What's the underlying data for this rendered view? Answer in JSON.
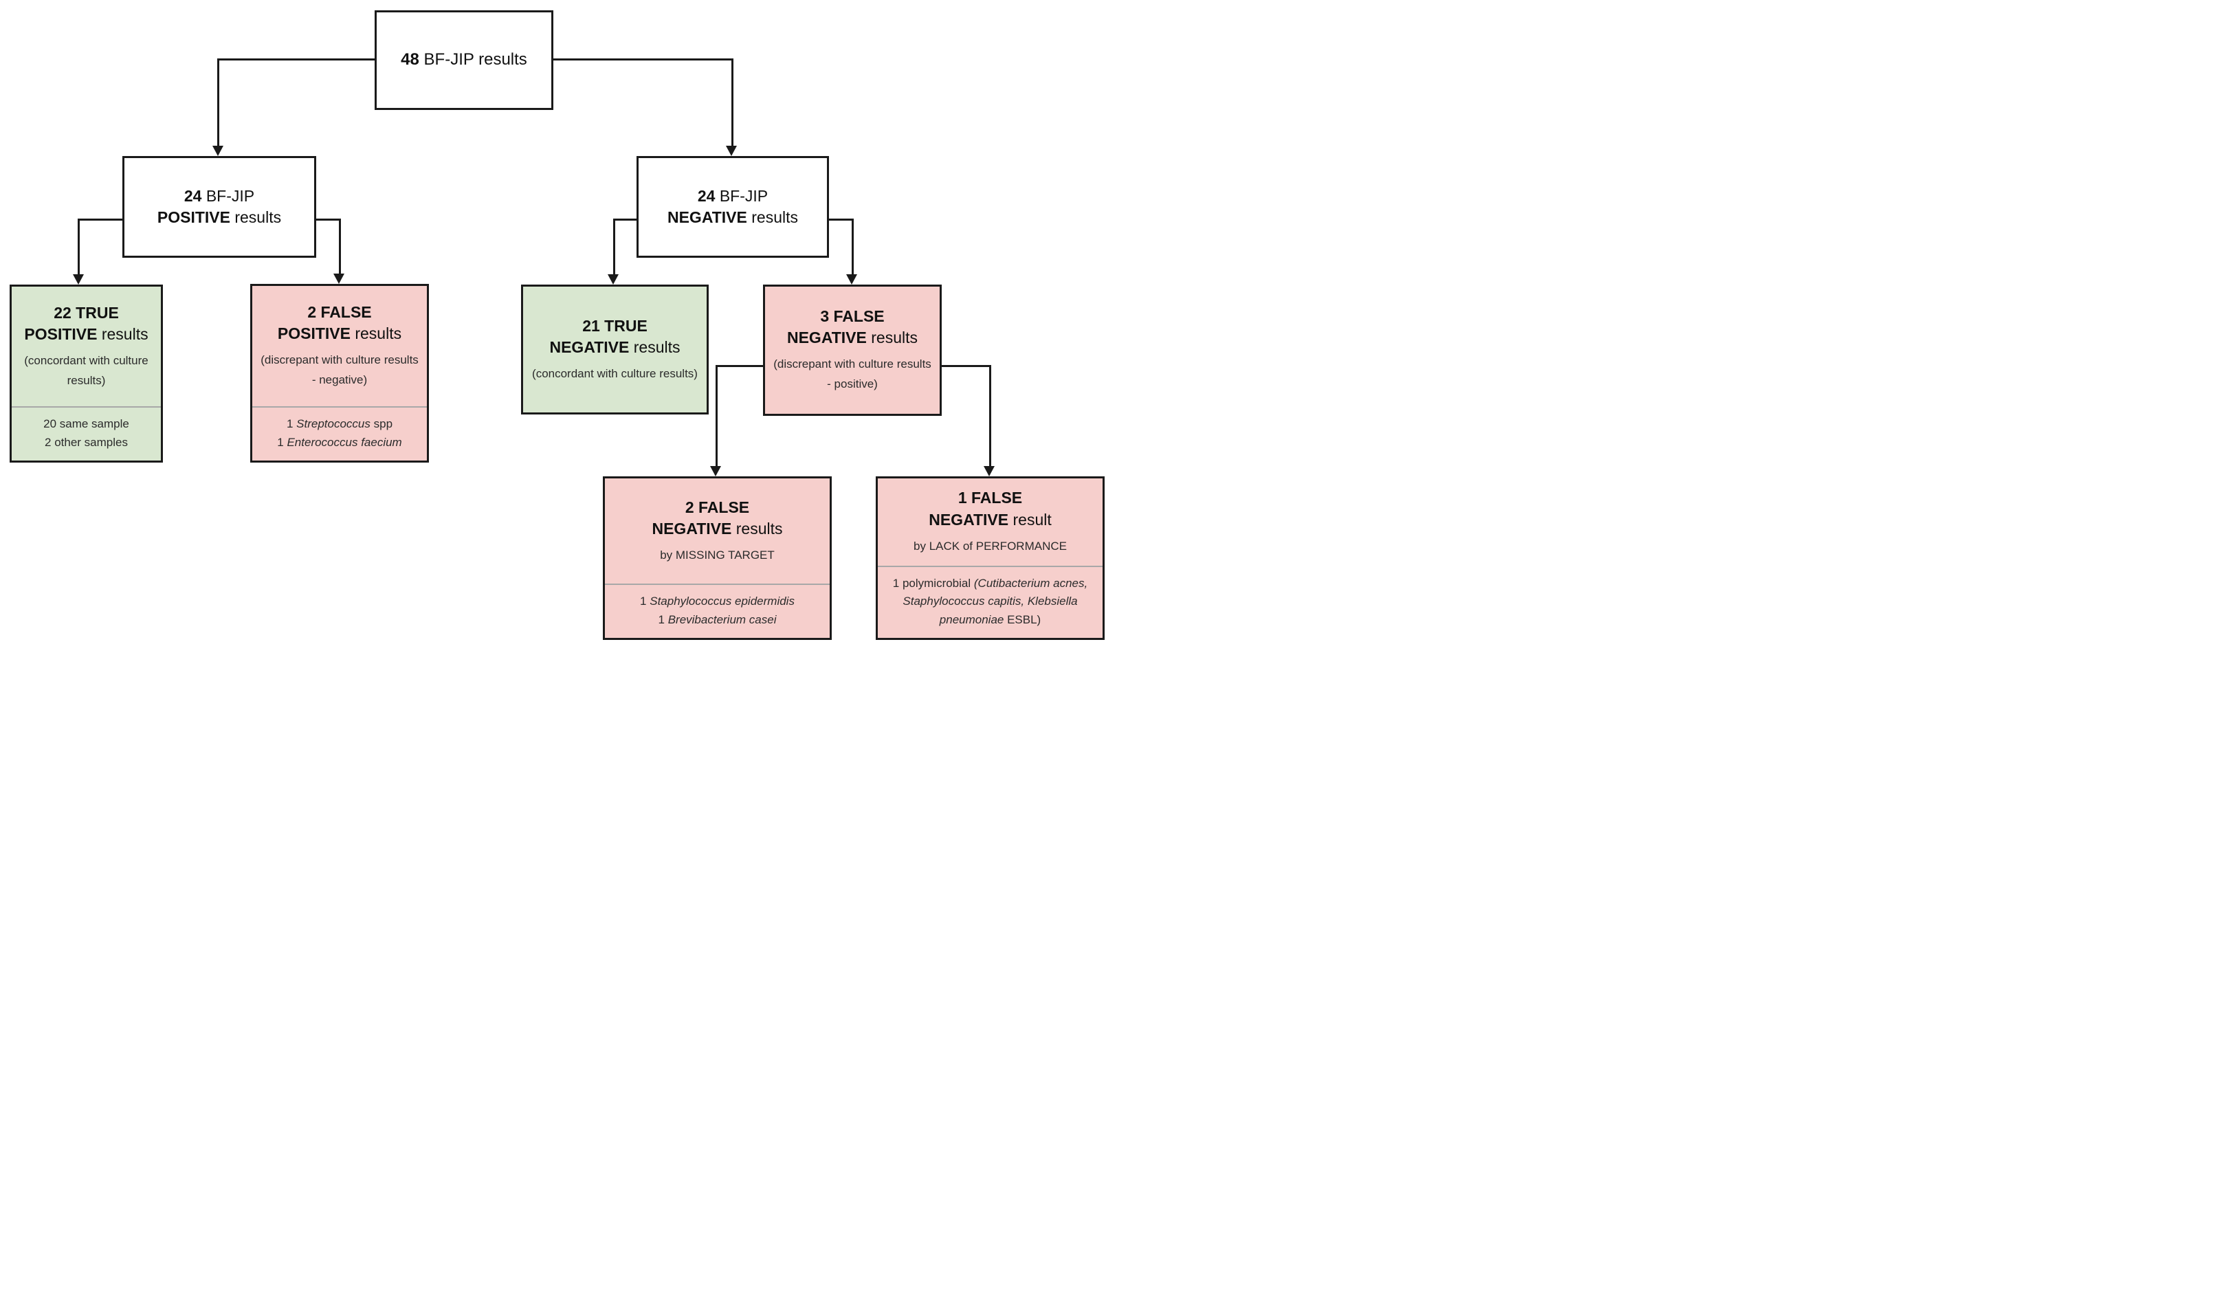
{
  "colors": {
    "green": "#d9e7d0",
    "pink": "#f6cfcc",
    "white": "#ffffff",
    "line": "#1a1a1a",
    "divider": "#a8a8a8"
  },
  "nodes": {
    "root": {
      "num": "48",
      "rest": " BF-JIP results"
    },
    "positive": {
      "l1b": "24",
      "l1r": " BF-JIP",
      "l2b": "POSITIVE",
      "l2r": " results"
    },
    "negative": {
      "l1b": "24",
      "l1r": " BF-JIP",
      "l2b": "NEGATIVE",
      "l2r": " results"
    },
    "true_positive": {
      "l1b": "22 TRUE",
      "l2b": "POSITIVE",
      "l2r": " results",
      "sub": "(concordant with culture results)",
      "items": [
        [
          {
            "t": "20 same sample"
          }
        ],
        [
          {
            "t": "2 other samples"
          }
        ]
      ]
    },
    "false_positive": {
      "l1b": "2 FALSE",
      "l2b": "POSITIVE",
      "l2r": " results",
      "sub": "(discrepant with culture results - negative)",
      "items": [
        [
          {
            "t": "1 "
          },
          {
            "t": "Streptococcus",
            "i": true
          },
          {
            "t": " spp"
          }
        ],
        [
          {
            "t": "1 "
          },
          {
            "t": "Enterococcus faecium",
            "i": true
          }
        ]
      ]
    },
    "true_negative": {
      "l1b": "21 TRUE",
      "l2b": "NEGATIVE",
      "l2r": " results",
      "sub": "(concordant with culture results)"
    },
    "false_negative": {
      "l1b": "3 FALSE",
      "l2b": "NEGATIVE",
      "l2r": " results",
      "sub": "(discrepant with culture results - positive)"
    },
    "fn_missing_target": {
      "l1b": "2 FALSE",
      "l2b": "NEGATIVE",
      "l2r": " results",
      "sub": "by MISSING TARGET",
      "items": [
        [
          {
            "t": "1 "
          },
          {
            "t": "Staphylococcus epidermidis",
            "i": true
          }
        ],
        [
          {
            "t": "1 "
          },
          {
            "t": "Brevibacterium casei",
            "i": true
          }
        ]
      ]
    },
    "fn_lack_performance": {
      "l1b": "1 FALSE",
      "l2b": "NEGATIVE",
      "l2r": " result",
      "sub": "by LACK of PERFORMANCE",
      "items": [
        [
          {
            "t": "1 polymicrobial "
          },
          {
            "t": "(Cutibacterium acnes, Staphylococcus capitis, Klebsiella pneumoniae",
            "i": true
          },
          {
            "t": " ESBL)"
          }
        ]
      ]
    }
  }
}
